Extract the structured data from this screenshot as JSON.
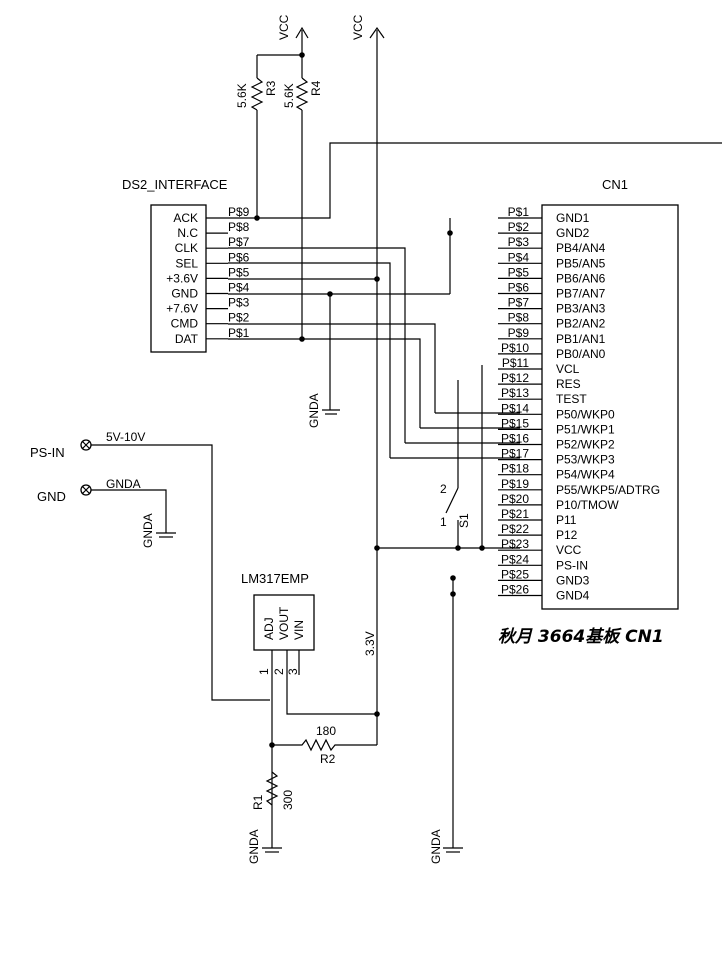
{
  "power": {
    "vcc": "VCC",
    "gnda": "GNDA",
    "v33": "3.3V",
    "ps_in": "PS-IN",
    "gnd": "GND",
    "v5_10": "5V-10V"
  },
  "resistors": {
    "r3": {
      "name": "R3",
      "value": "5.6K"
    },
    "r4": {
      "name": "R4",
      "value": "5.6K"
    },
    "r1": {
      "name": "R1",
      "value": "300"
    },
    "r2": {
      "name": "R2",
      "value": "180"
    }
  },
  "switch": {
    "name": "S1",
    "pin1": "1",
    "pin2": "2"
  },
  "ds2": {
    "title": "DS2_INTERFACE",
    "pins": [
      {
        "label": "ACK",
        "pin": "P$9"
      },
      {
        "label": "N.C",
        "pin": "P$8"
      },
      {
        "label": "CLK",
        "pin": "P$7"
      },
      {
        "label": "SEL",
        "pin": "P$6"
      },
      {
        "label": "+3.6V",
        "pin": "P$5"
      },
      {
        "label": "GND",
        "pin": "P$4"
      },
      {
        "label": "+7.6V",
        "pin": "P$3"
      },
      {
        "label": "CMD",
        "pin": "P$2"
      },
      {
        "label": "DAT",
        "pin": "P$1"
      }
    ]
  },
  "cn1": {
    "title": "CN1",
    "pins": [
      {
        "pin": "P$1",
        "label": "GND1"
      },
      {
        "pin": "P$2",
        "label": "GND2"
      },
      {
        "pin": "P$3",
        "label": "PB4/AN4"
      },
      {
        "pin": "P$4",
        "label": "PB5/AN5"
      },
      {
        "pin": "P$5",
        "label": "PB6/AN6"
      },
      {
        "pin": "P$6",
        "label": "PB7/AN7"
      },
      {
        "pin": "P$7",
        "label": "PB3/AN3"
      },
      {
        "pin": "P$8",
        "label": "PB2/AN2"
      },
      {
        "pin": "P$9",
        "label": "PB1/AN1"
      },
      {
        "pin": "P$10",
        "label": "PB0/AN0"
      },
      {
        "pin": "P$11",
        "label": "VCL"
      },
      {
        "pin": "P$12",
        "label": "RES"
      },
      {
        "pin": "P$13",
        "label": "TEST"
      },
      {
        "pin": "P$14",
        "label": "P50/WKP0"
      },
      {
        "pin": "P$15",
        "label": "P51/WKP1"
      },
      {
        "pin": "P$16",
        "label": "P52/WKP2"
      },
      {
        "pin": "P$17",
        "label": "P53/WKP3"
      },
      {
        "pin": "P$18",
        "label": "P54/WKP4"
      },
      {
        "pin": "P$19",
        "label": "P55/WKP5/ADTRG"
      },
      {
        "pin": "P$20",
        "label": "P10/TMOW"
      },
      {
        "pin": "P$21",
        "label": "P11"
      },
      {
        "pin": "P$22",
        "label": "P12"
      },
      {
        "pin": "P$23",
        "label": "VCC"
      },
      {
        "pin": "P$24",
        "label": "PS-IN"
      },
      {
        "pin": "P$25",
        "label": "GND3"
      },
      {
        "pin": "P$26",
        "label": "GND4"
      }
    ]
  },
  "regulator": {
    "name": "LM317EMP",
    "pins": [
      "ADJ",
      "VOUT",
      "VIN"
    ],
    "nums": [
      "1",
      "2",
      "3"
    ]
  },
  "caption": "秋月 3664基板 CN1"
}
